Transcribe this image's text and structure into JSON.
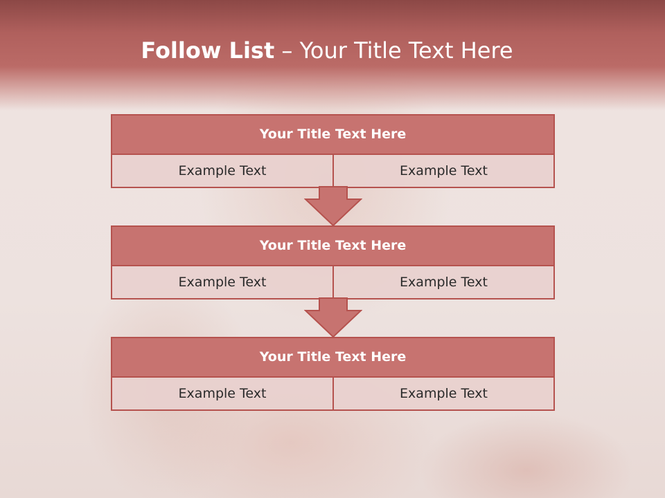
{
  "slide": {
    "title_bold": "Follow List",
    "title_rest": " – Your Title Text Here"
  },
  "blocks": [
    {
      "title": "Your Title Text Here",
      "left": "Example Text",
      "right": "Example Text"
    },
    {
      "title": "Your Title Text Here",
      "left": "Example Text",
      "right": "Example Text"
    },
    {
      "title": "Your Title Text Here",
      "left": "Example Text",
      "right": "Example Text"
    }
  ],
  "colors": {
    "header": "#b0605d",
    "block_title": "#c77370",
    "border": "#b5524e",
    "cell": "#e8d0ce"
  }
}
